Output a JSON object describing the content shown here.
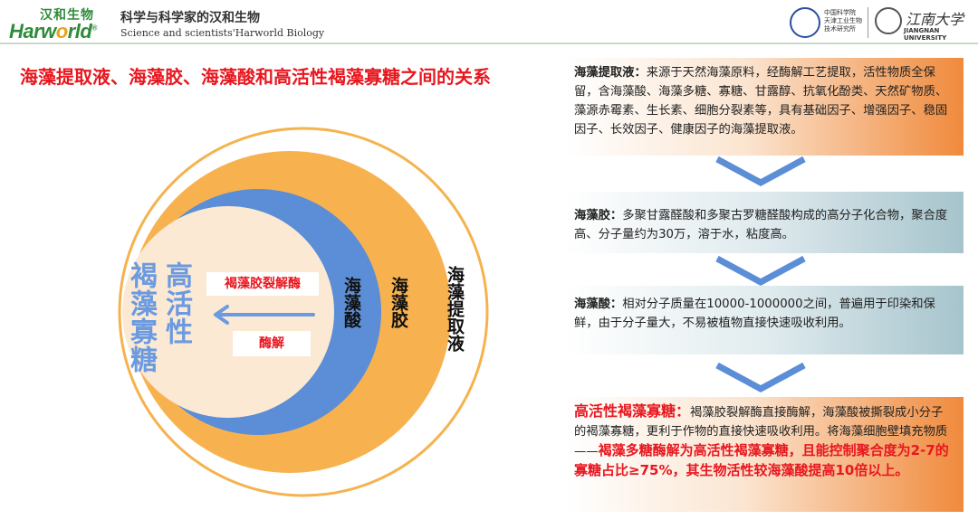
{
  "header": {
    "logo_cn": "汉和生物",
    "logo_en_a": "Harw",
    "logo_en_b": "o",
    "logo_en_c": "rld",
    "logo_reg": "®",
    "slogan_cn": "科学与科学家的汉和生物",
    "slogan_en": "Science and scientists'Harworld Biology",
    "inst1_text": "中国科学院 天津工业生物 技术研究所",
    "inst2_cn": "江南大学",
    "inst2_en": "JIANGNAN UNIVERSITY"
  },
  "title": "海藻提取液、海藻胶、海藻酸和高活性褐藻寡糖之间的关系",
  "diagram": {
    "ring_outer_label": "海藻提取液",
    "ring_orange_label": "海藻胶",
    "ring_blue_label": "海藻酸",
    "core_label_col1": "高活性",
    "core_label_col2": "褐藻寡糖",
    "enzyme_tag": "褐藻胶裂解酶",
    "process_tag": "酶解",
    "colors": {
      "outer_ring_stroke": "#f5b24e",
      "orange_fill": "#f7b24f",
      "blue_fill": "#5b8ed6",
      "core_fill": "#fbe9d4",
      "core_text": "#6b9ae0",
      "arrow": "#6b9ae0"
    }
  },
  "boxes": [
    {
      "term": "海藻提取液：",
      "text": "来源于天然海藻原料，经酶解工艺提取，活性物质全保留，含海藻酸、海藻多糖、寡糖、甘露醇、抗氧化酚类、天然矿物质、藻源赤霉素、生长素、细胞分裂素等，具有基础因子、增强因子、稳固因子、长效因子、健康因子的海藻提取液。"
    },
    {
      "term": "海藻胶：",
      "text": "多聚甘露醛酸和多聚古罗糖醛酸构成的高分子化合物，聚合度高、分子量约为30万，溶于水，粘度高。"
    },
    {
      "term": "海藻酸：",
      "text": "相对分子质量在10000-1000000之间，普遍用于印染和保鲜，由于分子量大，不易被植物直接快速吸收利用。"
    },
    {
      "term": "高活性褐藻寡糖：",
      "text": "褐藻胶裂解酶直接酶解，海藻酸被撕裂成小分子的褐藻寡糖，更利于作物的直接快速吸收利用。将海藻细胞壁填充物质——",
      "highlight": "褐藻多糖酶解为高活性褐藻寡糖，且能控制聚合度为2-7的寡糖占比≥75%，其生物活性较海藻酸提高10倍以上。"
    }
  ]
}
